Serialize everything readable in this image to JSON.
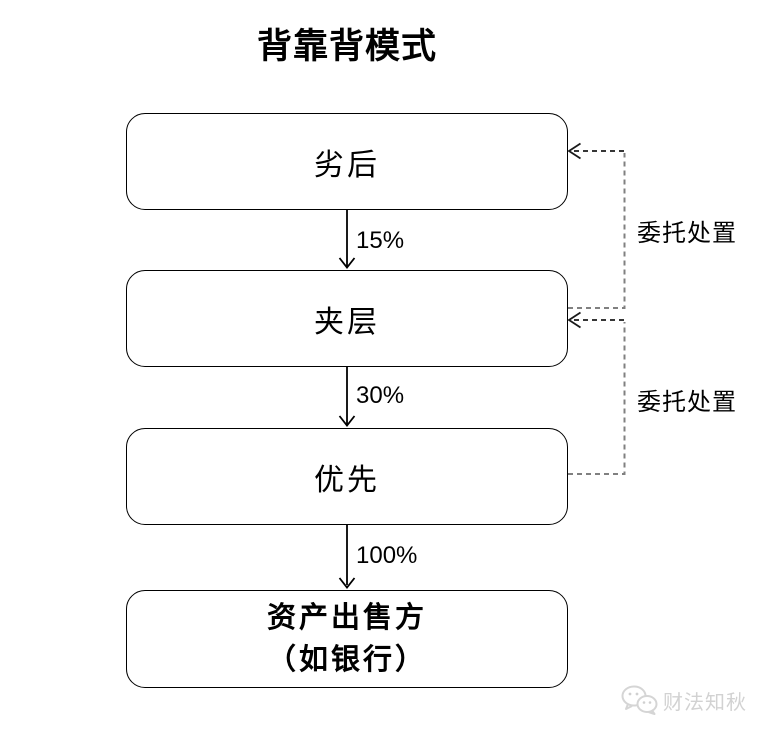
{
  "title": "背靠背模式",
  "boxes": [
    {
      "id": "subordinate",
      "label": "劣后"
    },
    {
      "id": "mezzanine",
      "label": "夹层"
    },
    {
      "id": "senior",
      "label": "优先"
    },
    {
      "id": "asset-seller",
      "lines": [
        "资产出售方",
        "（如银行）"
      ]
    }
  ],
  "flow_labels": {
    "subordinate_to_mezzanine": "15%",
    "mezzanine_to_senior": "30%",
    "senior_to_asset_seller": "100%"
  },
  "side_labels": {
    "entrust1": "委托处置",
    "entrust2": "委托处置"
  },
  "watermark": {
    "icon": "wechat-icon",
    "text": "财法知秋"
  },
  "colors": {
    "solid_line": "#000000",
    "dashed_line_gray": "#808080",
    "dashed_line_dark": "#1a1a1a",
    "watermark_gray": "#d2d2d2",
    "background": "#ffffff"
  }
}
